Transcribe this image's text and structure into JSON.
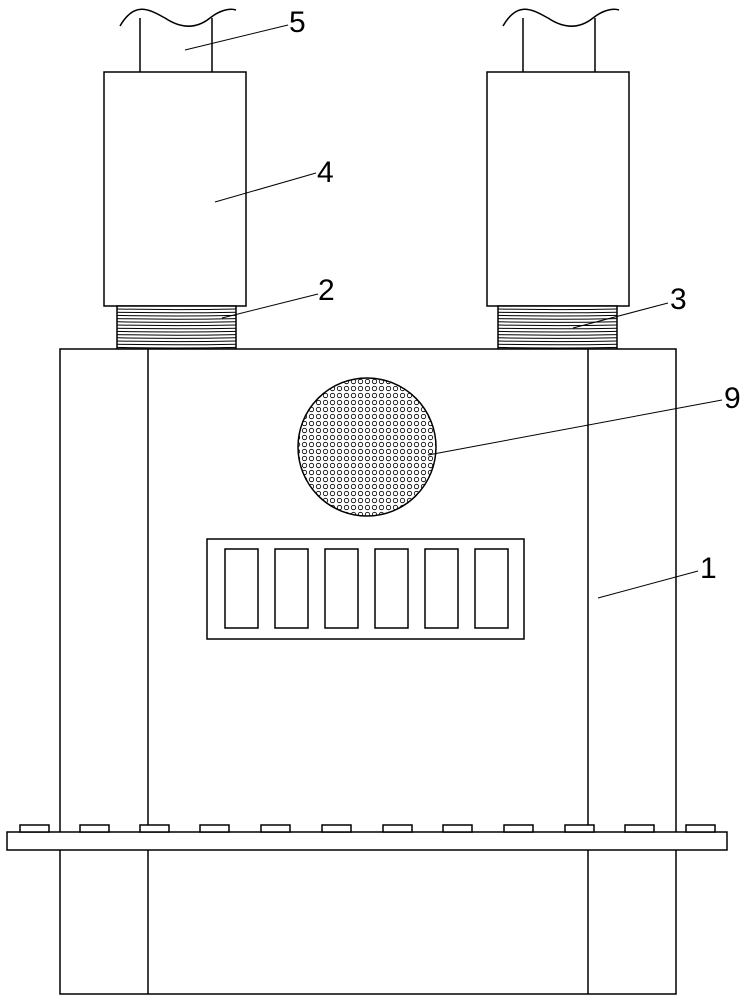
{
  "labels": {
    "body": "1",
    "left_thread": "2",
    "right_thread": "3",
    "sleeve": "4",
    "cable": "5",
    "mesh": "9"
  },
  "stroke_color": "#000000",
  "background_color": "#ffffff"
}
